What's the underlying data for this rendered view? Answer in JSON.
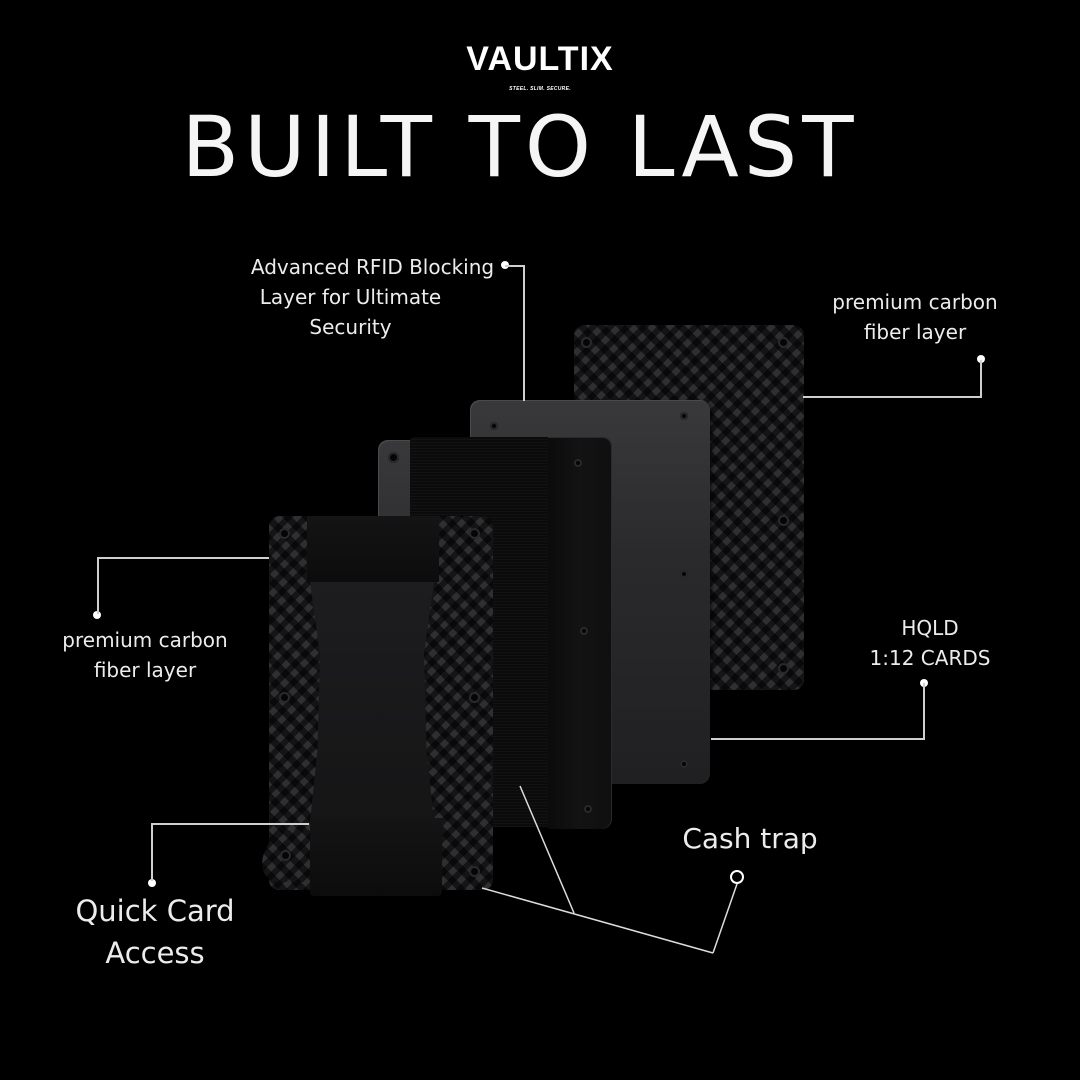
{
  "brand": {
    "logo": "VAULTIX",
    "tagline": "STEEL. SLIM. SECURE."
  },
  "headline": "BUILT TO LAST",
  "callouts": {
    "rfid": {
      "line1": "Advanced RFID Blocking",
      "line2": "Layer for Ultimate",
      "line3": "Security"
    },
    "carbon_back": {
      "line1": "premium carbon",
      "line2": "fiber layer"
    },
    "carbon_front": {
      "line1": "premium carbon",
      "line2": "fiber layer"
    },
    "capacity": {
      "line1": "HQLD",
      "line2": "1:12 CARDS"
    },
    "quick_access": {
      "line1": "Quick Card",
      "line2": "Access"
    },
    "cash_trap": {
      "line1": "Cash trap"
    }
  },
  "colors": {
    "background": "#000000",
    "text": "#f2f2f2",
    "leader_line": "#cfcfcf"
  }
}
